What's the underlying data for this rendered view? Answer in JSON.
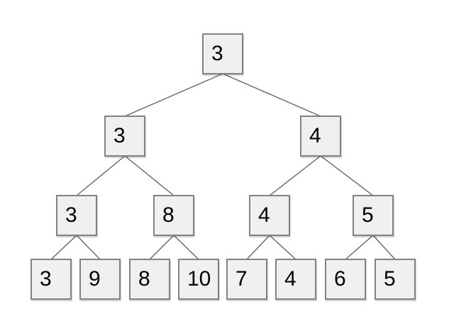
{
  "diagram": {
    "type": "binary-tree",
    "description": "Min segment tree with values",
    "colors": {
      "background": "#ffffff",
      "node_fill": "#f0f0f0",
      "node_border": "#828282",
      "edge": "#666666",
      "text": "#000000"
    },
    "nodes": [
      {
        "id": "n0",
        "label": "3",
        "level": 1
      },
      {
        "id": "n1",
        "label": "3",
        "level": 2
      },
      {
        "id": "n2",
        "label": "4",
        "level": 2
      },
      {
        "id": "n3",
        "label": "3",
        "level": 3
      },
      {
        "id": "n4",
        "label": "8",
        "level": 3
      },
      {
        "id": "n5",
        "label": "4",
        "level": 3
      },
      {
        "id": "n6",
        "label": "5",
        "level": 3
      },
      {
        "id": "n7",
        "label": "3",
        "level": 4
      },
      {
        "id": "n8",
        "label": "9",
        "level": 4
      },
      {
        "id": "n9",
        "label": "8",
        "level": 4
      },
      {
        "id": "n10",
        "label": "10",
        "level": 4
      },
      {
        "id": "n11",
        "label": "7",
        "level": 4
      },
      {
        "id": "n12",
        "label": "4",
        "level": 4
      },
      {
        "id": "n13",
        "label": "6",
        "level": 4
      },
      {
        "id": "n14",
        "label": "5",
        "level": 4
      }
    ],
    "edges": [
      [
        "n0",
        "n1"
      ],
      [
        "n0",
        "n2"
      ],
      [
        "n1",
        "n3"
      ],
      [
        "n1",
        "n4"
      ],
      [
        "n2",
        "n5"
      ],
      [
        "n2",
        "n6"
      ],
      [
        "n3",
        "n7"
      ],
      [
        "n3",
        "n8"
      ],
      [
        "n4",
        "n9"
      ],
      [
        "n4",
        "n10"
      ],
      [
        "n5",
        "n11"
      ],
      [
        "n5",
        "n12"
      ],
      [
        "n6",
        "n13"
      ],
      [
        "n6",
        "n14"
      ]
    ]
  }
}
